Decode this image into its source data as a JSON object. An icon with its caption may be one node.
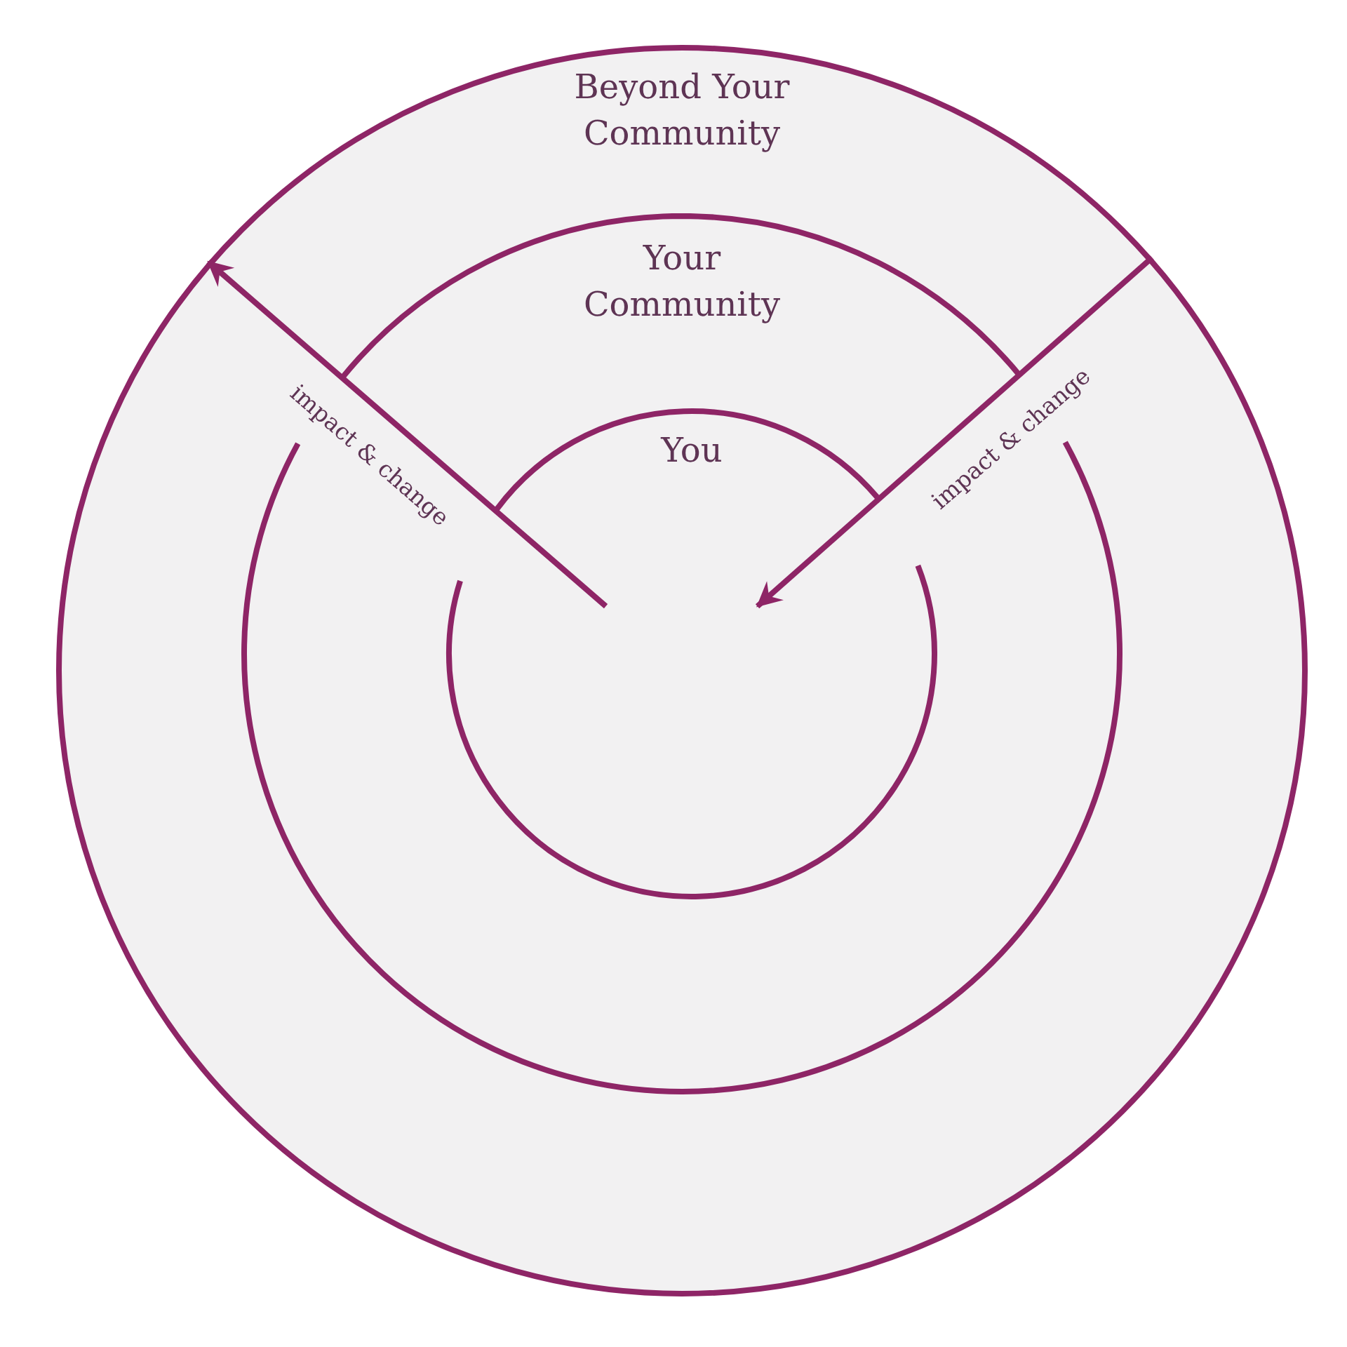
{
  "diagram": {
    "nodes": [
      {
        "text": [
          "Beyond Your Community"
        ]
      },
      {
        "text": [
          "Your Community"
        ],
        "in": 0
      },
      {
        "text": [
          "You"
        ],
        "in": 1
      }
    ],
    "edges": [
      {
        "from": 2,
        "to": 0,
        "arrow": "to",
        "label": "impact & change"
      },
      {
        "from": 0,
        "to": 2,
        "arrow": "to",
        "label": "impact & change"
      }
    ]
  }
}
